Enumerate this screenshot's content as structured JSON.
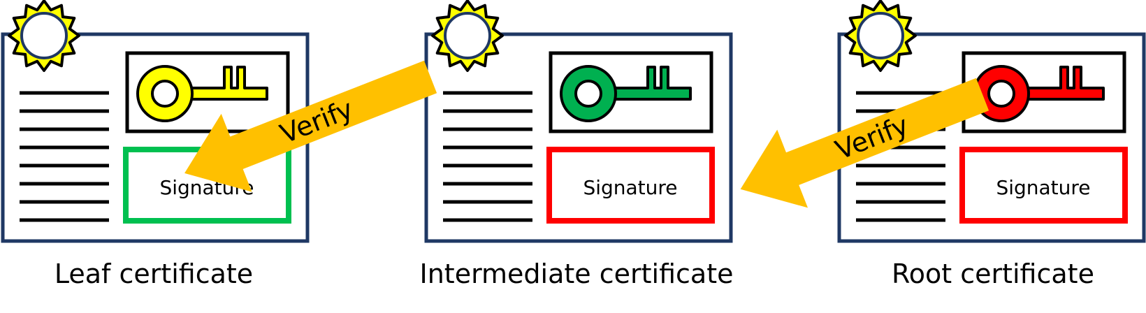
{
  "certificates": [
    {
      "caption": "Leaf certificate",
      "signature_label": "Signature",
      "key_color": "#FFFF00",
      "signature_color": "#00C050"
    },
    {
      "caption": "Intermediate certificate",
      "signature_label": "Signature",
      "key_color": "#00B050",
      "signature_color": "#FF0000"
    },
    {
      "caption": "Root certificate",
      "signature_label": "Signature",
      "key_color": "#FF0000",
      "signature_color": "#FF0000"
    }
  ],
  "arrows": [
    {
      "label": "Verify",
      "from": "Intermediate certificate",
      "to": "Leaf certificate"
    },
    {
      "label": "Verify",
      "from": "Root certificate",
      "to": "Intermediate certificate"
    }
  ],
  "colors": {
    "frame": "#1F3864",
    "arrow": "#FFC000",
    "seal": "#FFFF00",
    "text_lines": "#000000"
  },
  "icons": [
    "seal-icon",
    "key-icon"
  ]
}
